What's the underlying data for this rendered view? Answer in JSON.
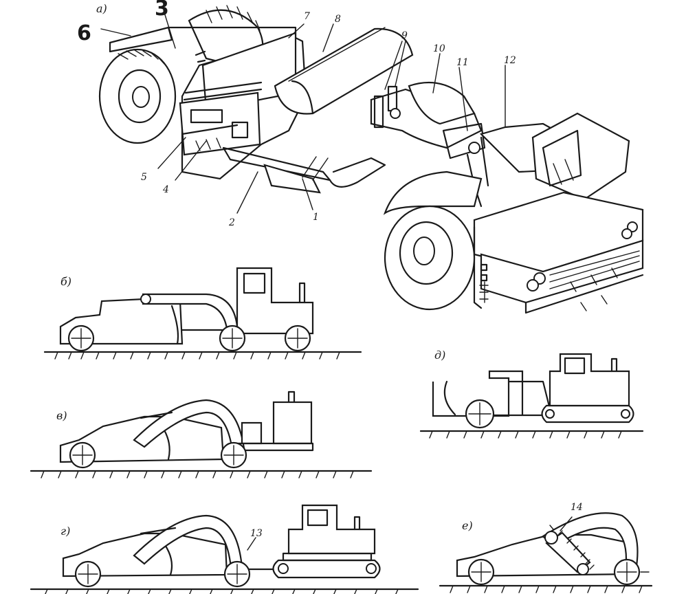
{
  "diagram": {
    "panel_captions": [
      "а)",
      "б)",
      "в)",
      "г)",
      "д)",
      "е)"
    ],
    "callouts": [
      "6",
      "3",
      "7",
      "8",
      "9",
      "10",
      "11",
      "12",
      "5",
      "4",
      "2",
      "1",
      "13",
      "14"
    ]
  }
}
